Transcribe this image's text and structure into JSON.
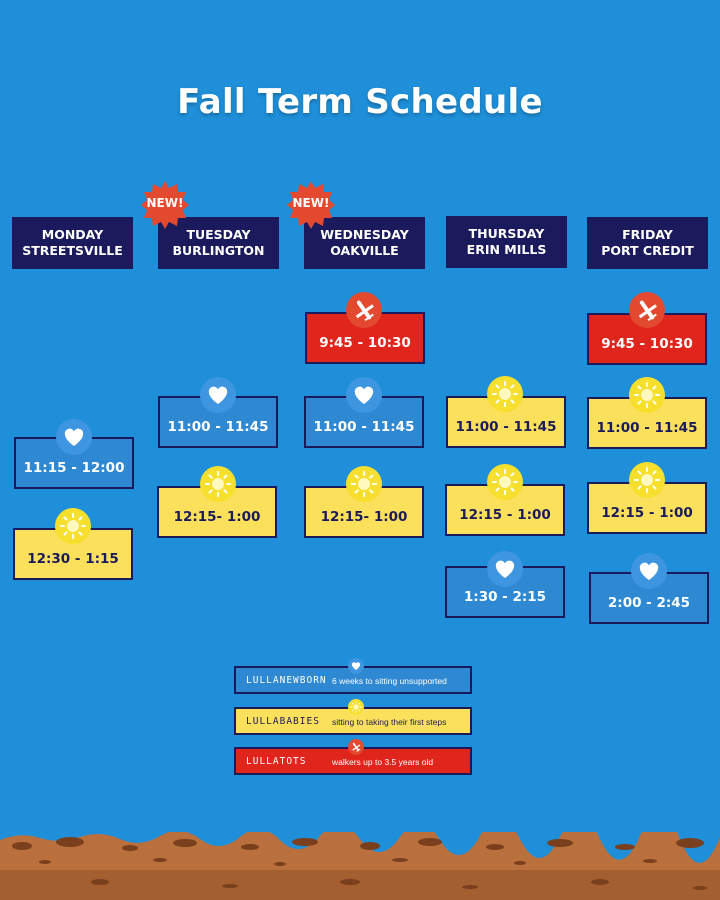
{
  "title": "Fall Term Schedule",
  "badge": "NEW!",
  "days": [
    {
      "day": "MONDAY",
      "location": "STREETSVILLE"
    },
    {
      "day": "TUESDAY",
      "location": "BURLINGTON"
    },
    {
      "day": "WEDNESDAY",
      "location": "OAKVILLE"
    },
    {
      "day": "THURSDAY",
      "location": "ERIN MILLS"
    },
    {
      "day": "FRIDAY",
      "location": "PORT CREDIT"
    }
  ],
  "slots": {
    "monday": [
      "11:15 - 12:00",
      "12:30 - 1:15"
    ],
    "tuesday": [
      "11:00 - 11:45",
      "12:15- 1:00"
    ],
    "wednesday": [
      "9:45 - 10:30",
      "11:00 - 11:45",
      "12:15- 1:00"
    ],
    "thursday": [
      "11:00 - 11:45",
      "12:15 - 1:00",
      "1:30 - 2:15"
    ],
    "friday": [
      "9:45 - 10:30",
      "11:00 - 11:45",
      "12:15 - 1:00",
      "2:00 - 2:45"
    ]
  },
  "legend": [
    {
      "name": "LULLANEWBORN",
      "description": "6 weeks  to sitting unsupported",
      "icon": "heart-icon",
      "color": "#2e88d2"
    },
    {
      "name": "LULLABABIES",
      "description": "sitting to taking their first steps",
      "icon": "sun-icon",
      "color": "#fbe15b"
    },
    {
      "name": "LULLATOTS",
      "description": "walkers up to 3.5 years old",
      "icon": "airplane-icon",
      "color": "#e0251c"
    }
  ],
  "colors": {
    "background": "#1e8fd8",
    "navy": "#1b1a5c",
    "newborn_blue": "#2e88d2",
    "babies_yellow": "#fbe15b",
    "tots_red": "#e0251c",
    "badge_red": "#e2492f"
  }
}
